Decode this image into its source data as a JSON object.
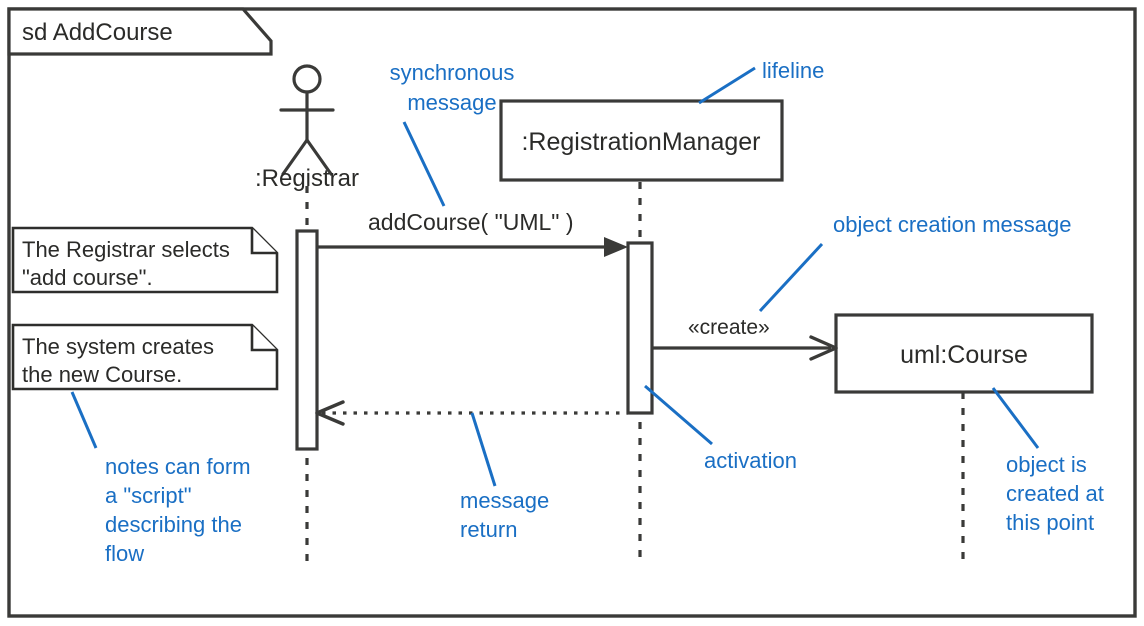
{
  "diagram": {
    "kind": "uml-sequence-diagram",
    "frame": {
      "keyword": "sd",
      "name": "AddCourse",
      "label": "sd  AddCourse"
    },
    "colors": {
      "ink": "#3a3a38",
      "annotation_blue": "#1a6fc4",
      "background": "#ffffff"
    },
    "participants": [
      {
        "id": "registrar",
        "label": ":Registrar",
        "shape": "actor",
        "has_activation": true
      },
      {
        "id": "registration_manager",
        "label": ":RegistrationManager",
        "shape": "object-box",
        "has_activation": true
      },
      {
        "id": "uml_course",
        "label": "uml:Course",
        "shape": "object-box",
        "has_activation": false
      }
    ],
    "messages": [
      {
        "id": "m1",
        "label": "addCourse( \"UML\" )",
        "kind": "synchronous",
        "from": "registrar",
        "to": "registration_manager",
        "arrowhead": "filled"
      },
      {
        "id": "m2",
        "label": "«create»",
        "kind": "create",
        "from": "registration_manager",
        "to": "uml_course",
        "arrowhead": "open"
      },
      {
        "id": "m3",
        "label": "",
        "kind": "return",
        "from": "registration_manager",
        "to": "registrar",
        "arrowhead": "open",
        "line": "dotted"
      }
    ],
    "notes": [
      {
        "id": "note1",
        "lines": [
          "The Registrar selects",
          "\"add course\"."
        ]
      },
      {
        "id": "note2",
        "lines": [
          "The system creates",
          "the new Course."
        ]
      }
    ],
    "annotations": [
      {
        "id": "anno-sync",
        "lines": [
          "synchronous",
          "message"
        ],
        "align": "middle",
        "points_to": "addCourse message arrow"
      },
      {
        "id": "anno-lifeline",
        "lines": [
          "lifeline"
        ],
        "align": "start",
        "points_to": ":RegistrationManager box / lifeline"
      },
      {
        "id": "anno-object-creation",
        "lines": [
          "object creation message"
        ],
        "align": "start",
        "points_to": "«create» message arrow"
      },
      {
        "id": "anno-activation",
        "lines": [
          "activation"
        ],
        "align": "start",
        "points_to": ":RegistrationManager activation bar"
      },
      {
        "id": "anno-object-created",
        "lines": [
          "object is",
          "created at",
          "this point"
        ],
        "align": "start",
        "points_to": "uml:Course box"
      },
      {
        "id": "anno-message-return",
        "lines": [
          "message",
          "return"
        ],
        "align": "start",
        "points_to": "dotted return arrow"
      },
      {
        "id": "anno-notes-script",
        "lines": [
          "notes can form",
          "a \"script\"",
          "describing the",
          "flow"
        ],
        "align": "start",
        "points_to": "note boxes"
      }
    ]
  }
}
